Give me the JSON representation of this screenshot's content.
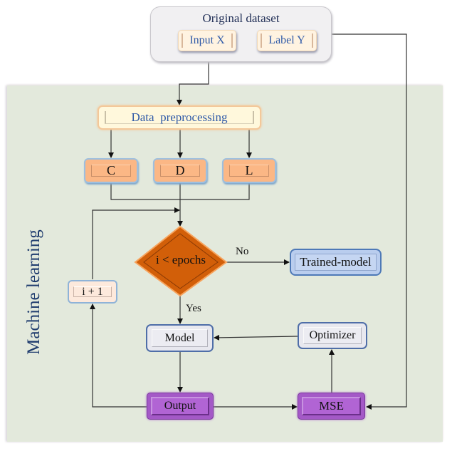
{
  "diagram": {
    "side_label": "Machine learning",
    "dataset": {
      "title": "Original dataset",
      "inputs": [
        "Input X",
        "Label Y"
      ]
    },
    "preprocessing": "Data  preprocessing",
    "features": [
      "C",
      "D",
      "L"
    ],
    "decision": "i < epochs",
    "edge_labels": {
      "no": "No",
      "yes": "Yes"
    },
    "trained_model": "Trained-model",
    "increment": "i + 1",
    "model": "Model",
    "optimizer": "Optimizer",
    "output": "Output",
    "loss": "MSE",
    "colors": {
      "panel": "#e3e9dc",
      "decision": "#d25f09",
      "output_loss": "#a459c7",
      "features": "#fbb785",
      "trained_model": "#b9cdee"
    }
  }
}
